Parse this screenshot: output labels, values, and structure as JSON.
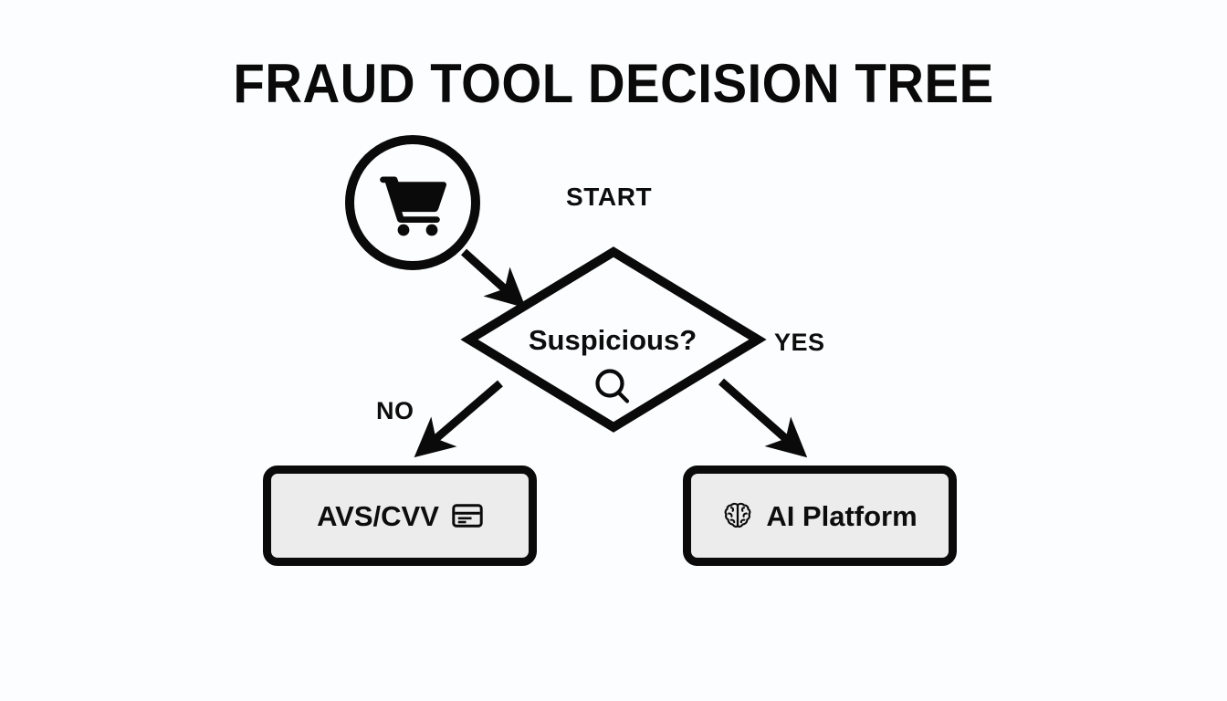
{
  "diagram": {
    "title": "FRAUD TOOL DECISION TREE",
    "background_color": "#fcfdfe",
    "stroke_color": "#0a0a0a",
    "node_fill_color": "#ececec",
    "start": {
      "label": "START",
      "icon": "shopping-cart-icon",
      "shape": "circle"
    },
    "decision": {
      "question": "Suspicious?",
      "icon": "magnifier-icon",
      "shape": "diamond"
    },
    "edges": [
      {
        "from": "start",
        "to": "decision",
        "label": ""
      },
      {
        "from": "decision",
        "to": "avs-cvv",
        "label": "NO"
      },
      {
        "from": "decision",
        "to": "ai-platform",
        "label": "YES"
      }
    ],
    "branch_labels": {
      "no": "NO",
      "yes": "YES"
    },
    "outcomes": [
      {
        "id": "avs-cvv",
        "label": "AVS/CVV",
        "icon": "credit-card-icon",
        "icon_position": "after",
        "shape": "rounded-rectangle"
      },
      {
        "id": "ai-platform",
        "label": "AI Platform",
        "icon": "brain-icon",
        "icon_position": "before",
        "shape": "rounded-rectangle"
      }
    ]
  }
}
